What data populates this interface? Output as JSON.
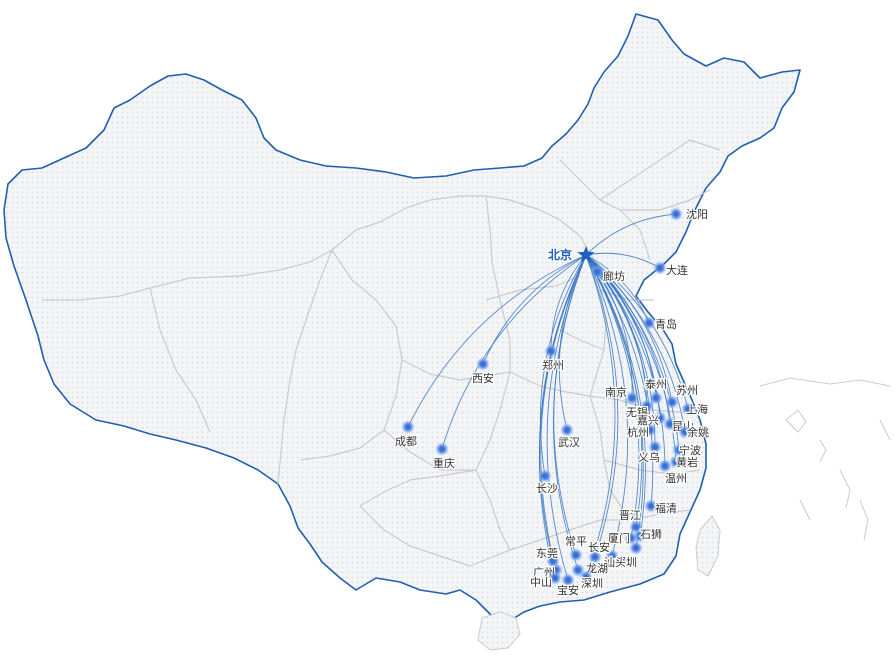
{
  "map": {
    "colors": {
      "border": "#1f5fae",
      "province_line": "#c9cbce",
      "land_fill": "#f4f5f7",
      "dot_pattern": "#d9dbe0",
      "route": "#3a78c4",
      "city_dot": "#3b6fd0",
      "city_glow": "#9ec0ff",
      "hub_star": "#1e5fc0",
      "label": "#333333",
      "hub_label": "#1e5fc0"
    },
    "hub": {
      "id": "beijing",
      "name": "北京",
      "icon": "star-icon"
    },
    "cities": [
      {
        "id": "langfang",
        "name": "廊坊"
      },
      {
        "id": "shenyang",
        "name": "沈阳"
      },
      {
        "id": "dalian",
        "name": "大连"
      },
      {
        "id": "qingdao",
        "name": "青岛"
      },
      {
        "id": "zhengzhou",
        "name": "郑州"
      },
      {
        "id": "xian",
        "name": "西安"
      },
      {
        "id": "chengdu",
        "name": "成都"
      },
      {
        "id": "chongqing",
        "name": "重庆"
      },
      {
        "id": "wuhan",
        "name": "武汉"
      },
      {
        "id": "changsha",
        "name": "长沙"
      },
      {
        "id": "nanjing",
        "name": "南京"
      },
      {
        "id": "taizhou",
        "name": "泰州"
      },
      {
        "id": "wuxi",
        "name": "无锡"
      },
      {
        "id": "suzhou",
        "name": "苏州"
      },
      {
        "id": "shanghai",
        "name": "上海"
      },
      {
        "id": "jiaxing",
        "name": "嘉兴"
      },
      {
        "id": "kunshan",
        "name": "昆山"
      },
      {
        "id": "hangzhou",
        "name": "杭州"
      },
      {
        "id": "yuyao",
        "name": "余姚"
      },
      {
        "id": "ningbo",
        "name": "宁波"
      },
      {
        "id": "yiwu",
        "name": "义乌"
      },
      {
        "id": "huangyan",
        "name": "黄岩"
      },
      {
        "id": "wenzhou",
        "name": "温州"
      },
      {
        "id": "fuqing",
        "name": "福清"
      },
      {
        "id": "jinjiang",
        "name": "晋江"
      },
      {
        "id": "shishi",
        "name": "石狮"
      },
      {
        "id": "xiamen",
        "name": "厦门"
      },
      {
        "id": "shenzhen_east",
        "name": "深圳"
      },
      {
        "id": "shantou",
        "name": "汕头"
      },
      {
        "id": "changping",
        "name": "常平"
      },
      {
        "id": "changan",
        "name": "长安"
      },
      {
        "id": "dongguan",
        "name": "东莞"
      },
      {
        "id": "guangzhou",
        "name": "广州"
      },
      {
        "id": "longhu",
        "name": "龙湖"
      },
      {
        "id": "zhongshan",
        "name": "中山"
      },
      {
        "id": "baoan",
        "name": "宝安"
      },
      {
        "id": "shenzhen",
        "name": "深圳"
      }
    ]
  }
}
